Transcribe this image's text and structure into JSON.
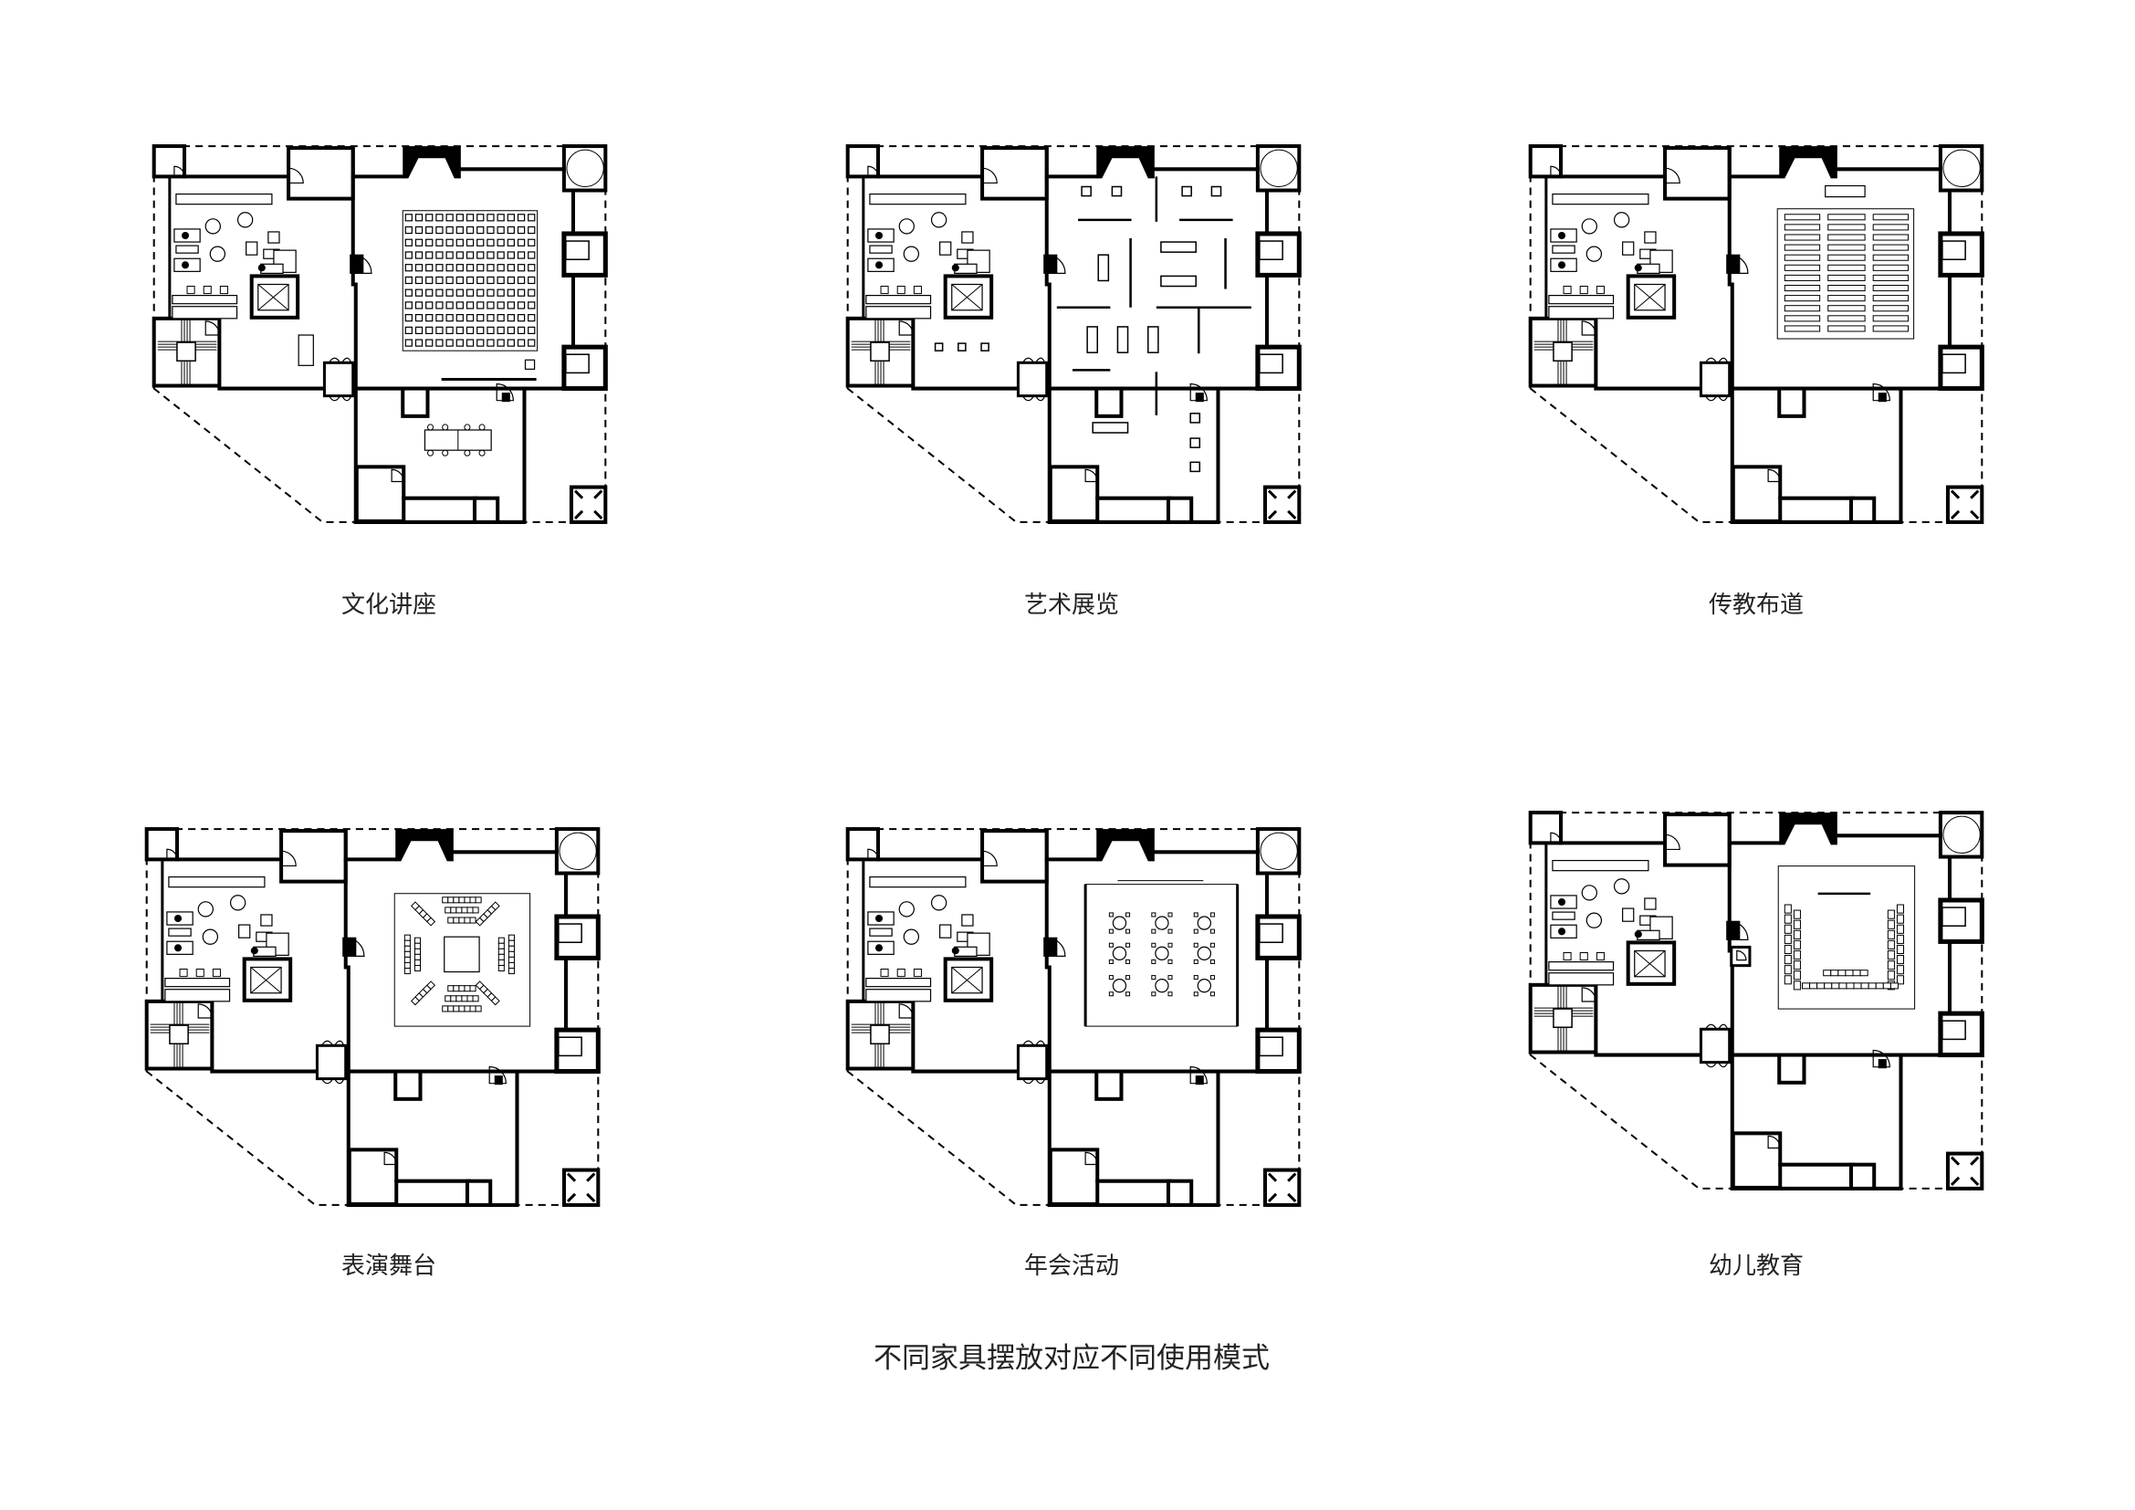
{
  "caption": "不同家具摆放对应不同使用模式",
  "plans": [
    {
      "label": "文化讲座",
      "mode": "lecture"
    },
    {
      "label": "艺术展览",
      "mode": "exhibition"
    },
    {
      "label": "传教布道",
      "mode": "sermon"
    },
    {
      "label": "表演舞台",
      "mode": "stage"
    },
    {
      "label": "年会活动",
      "mode": "banquet"
    },
    {
      "label": "幼儿教育",
      "mode": "children"
    }
  ],
  "colors": {
    "wall": "#000000",
    "line": "#333333",
    "background": "#ffffff"
  }
}
